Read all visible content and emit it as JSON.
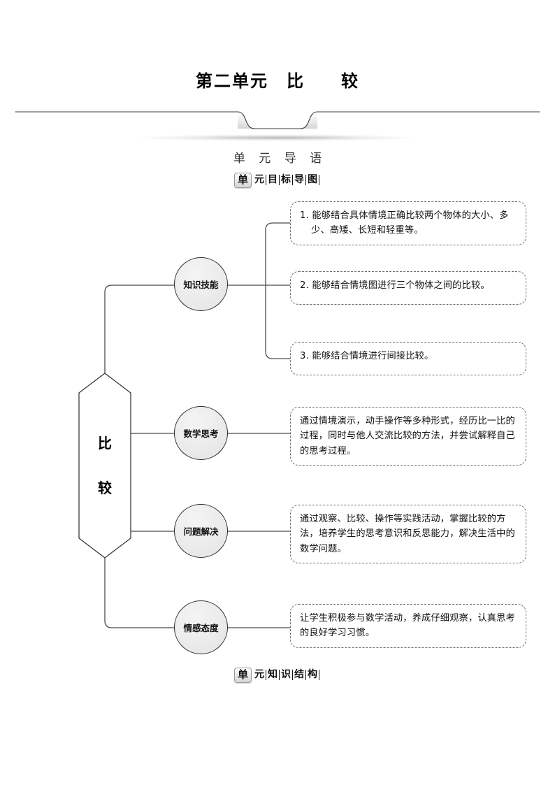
{
  "page": {
    "title": "第二单元　比　　较",
    "section_heading": "单 元 导 语"
  },
  "badges": {
    "top": {
      "box_char": "单",
      "segments": [
        "元",
        "目",
        "标",
        "导",
        "图"
      ]
    },
    "bottom": {
      "box_char": "单",
      "segments": [
        "元",
        "知",
        "识",
        "结",
        "构"
      ]
    }
  },
  "diagram": {
    "root": {
      "line1": "比",
      "line2": "较"
    },
    "branches": [
      {
        "node_label": "知识技能",
        "leaves": [
          "1. 能够结合具体情境正确比较两个物体的大小、多少、高矮、长短和轻重等。",
          "2. 能够结合情境图进行三个物体之间的比较。",
          "3. 能够结合情境进行间接比较。"
        ]
      },
      {
        "node_label": "数学思考",
        "leaves": [
          "通过情境演示，动手操作等多种形式，经历比一比的过程，同时与他人交流比较的方法，并尝试解释自己的思考过程。"
        ]
      },
      {
        "node_label": "问题解决",
        "leaves": [
          "通过观察、比较、操作等实践活动，掌握比较的方法，培养学生的思考意识和反思能力，解决生活中的数学问题。"
        ]
      },
      {
        "node_label": "情感态度",
        "leaves": [
          "让学生积极参与数学活动，养成仔细观察，认真思考的良好学习习惯。"
        ]
      }
    ]
  },
  "colors": {
    "line": "#4a4a4a",
    "dashed_border": "#6f6f6f",
    "node_fill": "#ededed",
    "text": "#111111"
  }
}
